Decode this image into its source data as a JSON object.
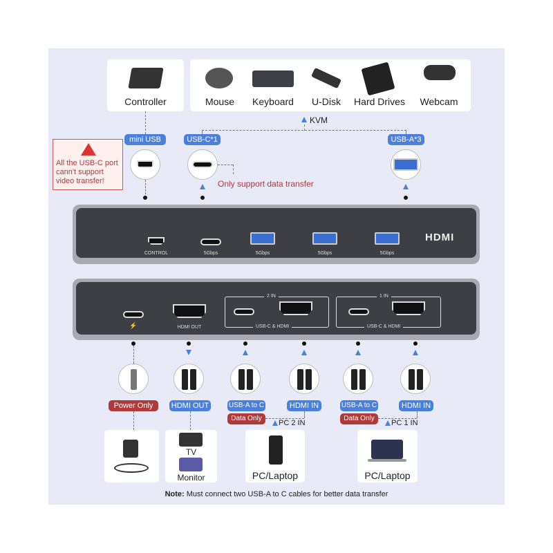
{
  "top_devices": {
    "controller": "Controller",
    "peripherals": [
      "Mouse",
      "Keyboard",
      "U-Disk",
      "Hard Drives",
      "Webcam"
    ],
    "kvm_label": "KVM"
  },
  "top_badges": {
    "mini_usb": "mini USB",
    "usb_c": "USB-C*1",
    "usb_a": "USB-A*3"
  },
  "warning": {
    "text": "All the USB-C port cann't support video transfer!"
  },
  "data_note": "Only support data transfer",
  "top_panel": {
    "ports": [
      "CONTROL",
      "5Gbps",
      "5Gbps",
      "5Gbps",
      "5Gbps"
    ],
    "logo": "HDMI"
  },
  "bottom_panel": {
    "power_symbol": "⚡",
    "hdmi_out": "HDMI OUT",
    "group2": "2 IN",
    "group1": "1 IN",
    "group_sub": "USB-C & HDMI"
  },
  "bottom_badges": [
    "Power Only",
    "HDMI OUT",
    "USB-A to C",
    "HDMI IN",
    "USB-A to C",
    "HDMI IN"
  ],
  "data_only": "Data Only",
  "pc_inputs": [
    "PC 2 IN",
    "PC 1 IN"
  ],
  "bottom_devices": {
    "tv": "TV",
    "monitor": "Monitor",
    "pc1": "PC/Laptop",
    "pc2": "PC/Laptop"
  },
  "note": {
    "label": "Note:",
    "text": " Must connect two USB-A to C cables for better data transfer"
  },
  "colors": {
    "accent": "#4a7fdc",
    "warning": "#b0393a",
    "background": "#e8eaf7"
  }
}
